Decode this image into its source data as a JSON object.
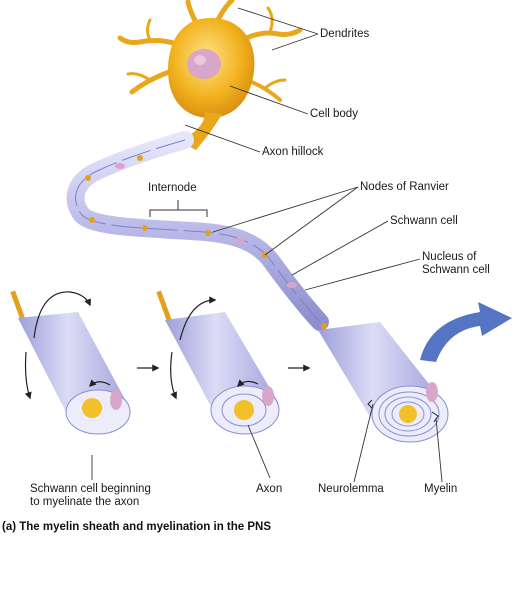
{
  "labels": {
    "dendrites": "Dendrites",
    "cell_body": "Cell body",
    "axon_hillock": "Axon hillock",
    "internode": "Internode",
    "nodes_of_ranvier": "Nodes of Ranvier",
    "schwann_cell": "Schwann cell",
    "nucleus_line1": "Nucleus of",
    "nucleus_line2": "Schwann cell",
    "schwann_begin_line1": "Schwann cell beginning",
    "schwann_begin_line2": "to myelinate the axon",
    "axon": "Axon",
    "neurolemma": "Neurolemma",
    "myelin": "Myelin"
  },
  "caption": "(a) The myelin sheath and myelination in the PNS",
  "colors": {
    "cell_body": "#f2b21e",
    "schwann_sheath": "#c9c9f0",
    "node": "#e3a020",
    "nucleus": "#d8a6c8",
    "arrow": "#5674c4"
  }
}
